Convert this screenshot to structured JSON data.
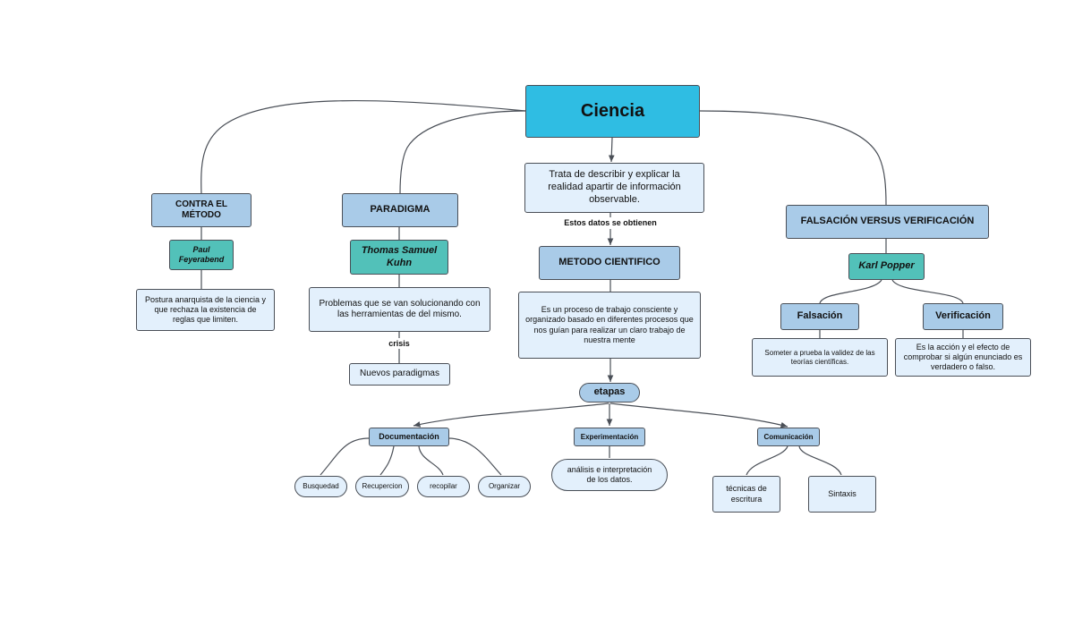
{
  "nodes": {
    "ciencia": "Ciencia",
    "definicion": "Trata de describir y explicar la realidad apartir de información observable.",
    "metodo_cientifico": "METODO CIENTIFICO",
    "metodo_desc": "Es un proceso de trabajo consciente y organizado basado en diferentes procesos que nos guían para realizar un claro trabajo de  nuestra mente",
    "etapas": "etapas",
    "documentacion": "Documentación",
    "experimentacion": "Experimentación",
    "comunicacion": "Comunicación",
    "busquedad": "Busquedad",
    "recupercion": "Recupercion",
    "recopilar": "recopilar",
    "organizar": "Organizar",
    "analisis": "análisis e interpretación de los datos.",
    "tecnicas": "técnicas de escritura",
    "sintaxis": "Sintaxis",
    "contra_metodo": "CONTRA EL MÉTODO",
    "feyerabend": "Paul Feyerabend",
    "postura": "Postura anarquista de la ciencia y que rechaza la existencia de reglas que limiten.",
    "paradigma": "PARADIGMA",
    "kuhn": "Thomas Samuel Kuhn",
    "problemas": "Problemas que se van solucionando con las herramientas de del mismo.",
    "nuevos": "Nuevos paradigmas",
    "falsacion_verificacion": "FALSACIÓN VERSUS VERIFICACIÓN",
    "popper": "Karl Popper",
    "falsacion": "Falsación",
    "verificacion": "Verificación",
    "falsacion_desc": "Someter a prueba la validez de las teorías científicas.",
    "verificacion_desc": "Es la acción y el efecto de comprobar si algún enunciado es verdadero o falso."
  },
  "labels": {
    "estos_datos": "Estos datos se obtienen",
    "crisis": "crisis"
  },
  "colors": {
    "main": "#2fbde3",
    "header": "#a9cbe8",
    "person": "#52c1b9",
    "leaf": "#e3f0fc",
    "line": "#4a4f57"
  }
}
